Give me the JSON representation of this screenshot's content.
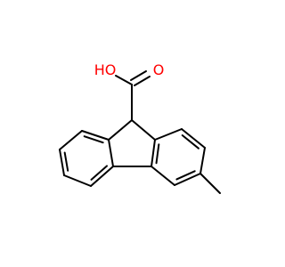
{
  "molecule": {
    "atoms": [
      {
        "id": "O1",
        "symbol": "O",
        "label": "O",
        "color": "#ff0000"
      },
      {
        "id": "O2",
        "symbol": "O",
        "label": "O",
        "color": "#ff0000"
      },
      {
        "id": "H1",
        "symbol": "H",
        "label": "H",
        "color": "#ff0000"
      }
    ],
    "hydroxyl_label": "HO",
    "carbonyl_label": "O",
    "colors": {
      "bond": "#000000",
      "oxygen": "#ff0000",
      "background": "#ffffff"
    }
  }
}
